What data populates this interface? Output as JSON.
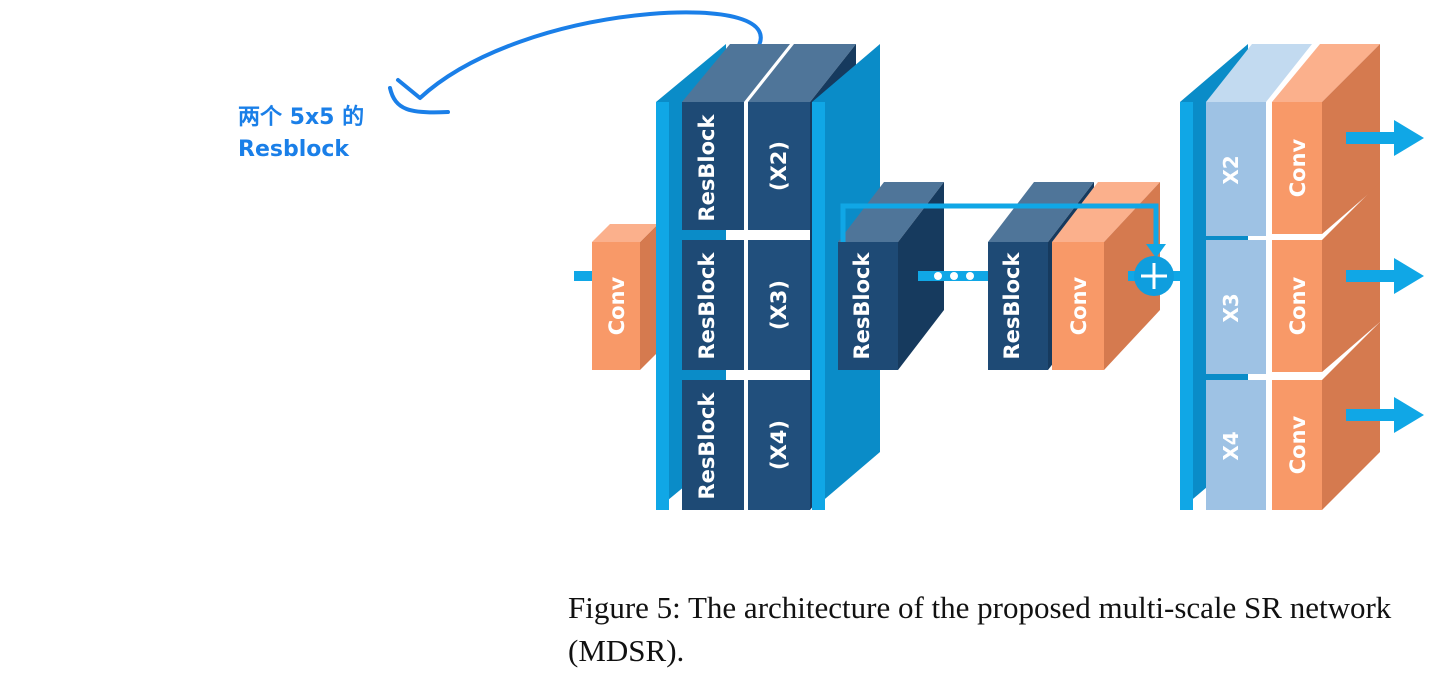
{
  "annotation": {
    "line1": "两个 5x5 的",
    "line2": "Resblock"
  },
  "blocks": {
    "conv_label": "Conv",
    "resblock_label": "ResBlock",
    "scale_group_labels": [
      "(X2)",
      "(X3)",
      "(X4)"
    ],
    "upsample_labels": [
      "X2",
      "X3",
      "X4"
    ]
  },
  "caption": "Figure 5: The architecture of the proposed multi-scale SR network (MDSR).",
  "colors": {
    "conv": "#f89968",
    "resblock": "#1e4a75",
    "frame": "#0f9ede",
    "upsample": "#9ec2e4",
    "annotation": "#1a7fe8"
  }
}
